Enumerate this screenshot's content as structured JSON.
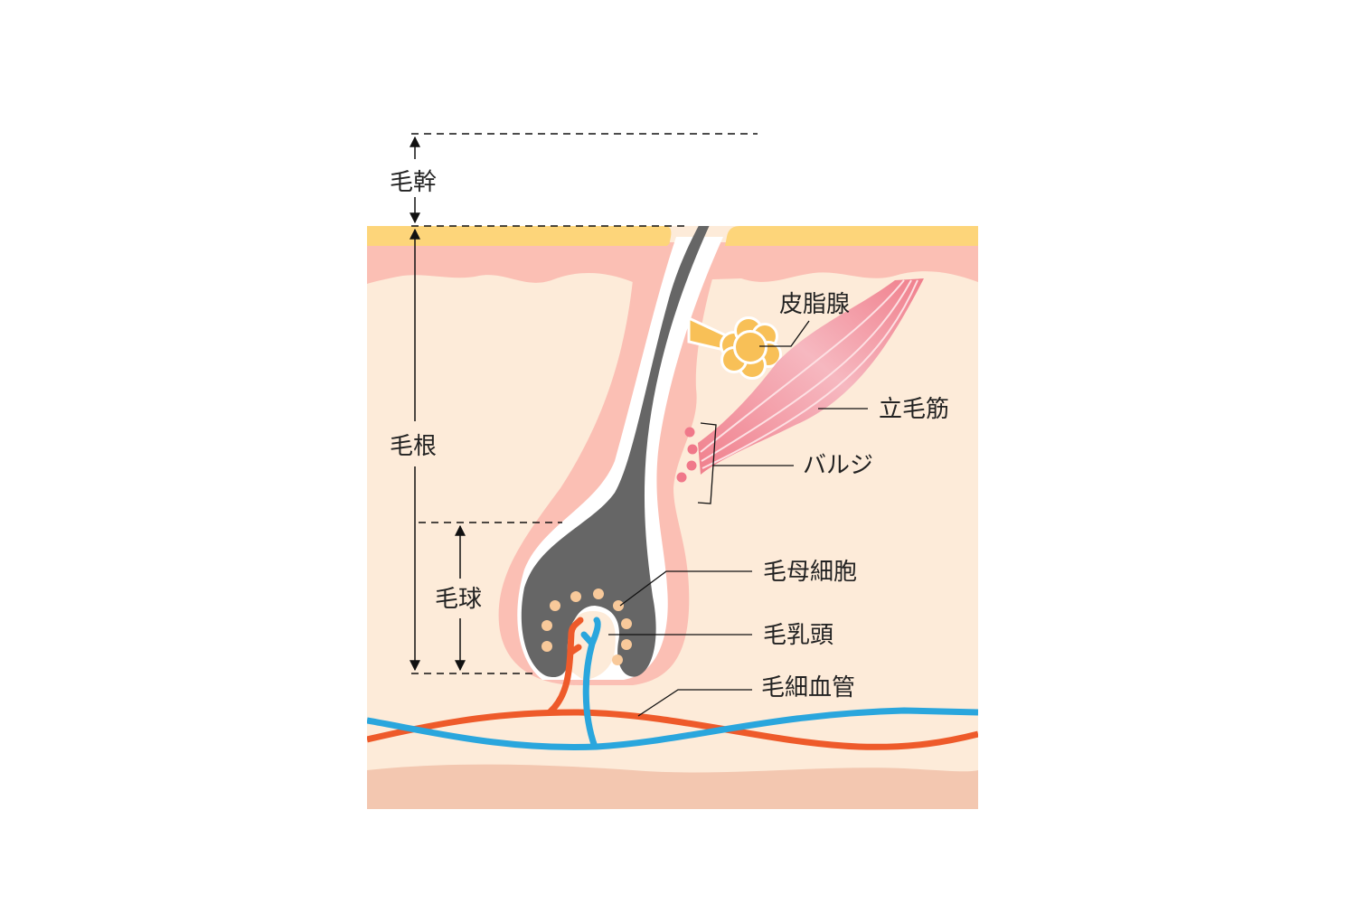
{
  "labels": {
    "shaft": "毛幹",
    "root": "毛根",
    "bulb": "毛球",
    "sebaceous_gland": "皮脂腺",
    "arrector_pili": "立毛筋",
    "bulge": "バルジ",
    "matrix_cells": "毛母細胞",
    "dermal_papilla": "毛乳頭",
    "capillaries": "毛細血管"
  },
  "colors": {
    "stratum_corneum": "#fdd57a",
    "epidermis": "#fbbfb4",
    "dermis": "#fdebd9",
    "subcutis": "#f3c7b0",
    "hair": "#666666",
    "matrix_cell": "#f8c99a",
    "gland": "#f8c057",
    "muscle": "#f28a96",
    "artery": "#ee5a2a",
    "vein": "#2aa6dd"
  }
}
